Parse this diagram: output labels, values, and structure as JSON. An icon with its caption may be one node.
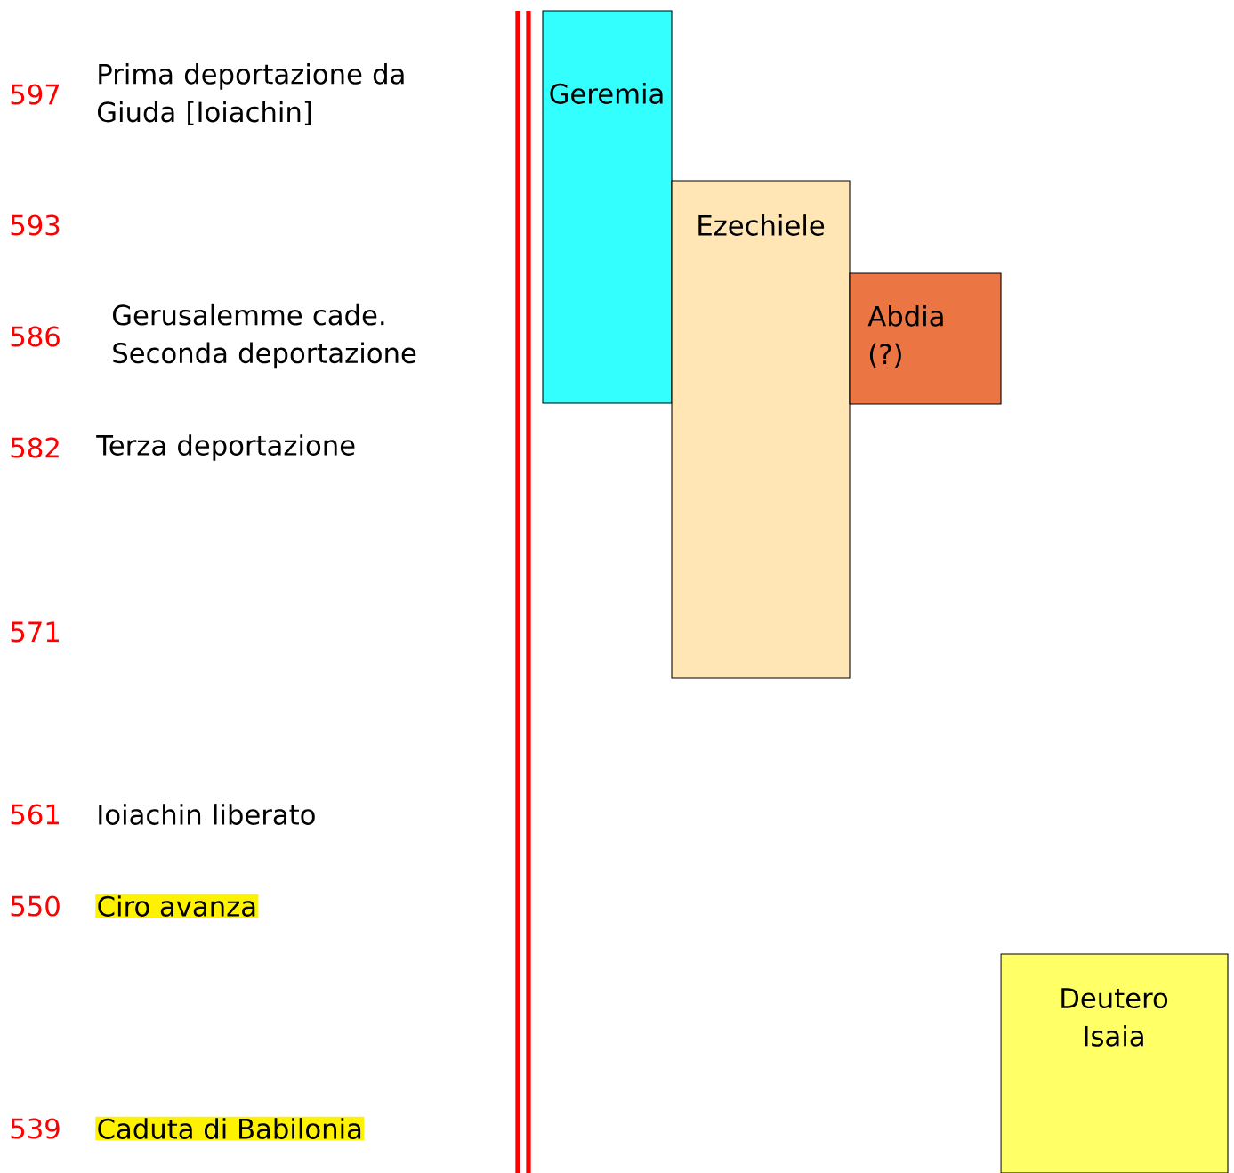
{
  "diagram": {
    "nodes": [
      {
        "text": [
          "Geremia"
        ]
      },
      {
        "text": [
          "Ezechiele"
        ]
      },
      {
        "text": [
          "Abdia (?)"
        ]
      },
      {
        "text": [
          "Deutero Isaia"
        ]
      }
    ],
    "labels": [
      "597",
      "Prima deportazione da Giuda [Ioiachin]",
      "593",
      "586",
      "Gerusalemme cade. Seconda deportazione",
      "582",
      "Terza deportazione",
      "571",
      "561",
      "Ioiachin liberato",
      "550",
      "Ciro avanza",
      "539",
      "Caduta di Babilonia"
    ]
  }
}
